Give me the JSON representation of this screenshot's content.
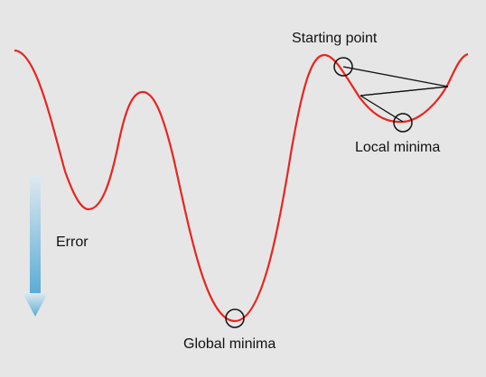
{
  "diagram": {
    "labels": {
      "starting_point": "Starting point",
      "local_minima": "Local minima",
      "global_minima": "Global minima",
      "error": "Error"
    },
    "colors": {
      "background": "#e6e6e6",
      "curve": "#e8251f",
      "arrow_top": "#dfe9f0",
      "arrow_bottom": "#5aacd6",
      "markers": "#111111"
    }
  }
}
